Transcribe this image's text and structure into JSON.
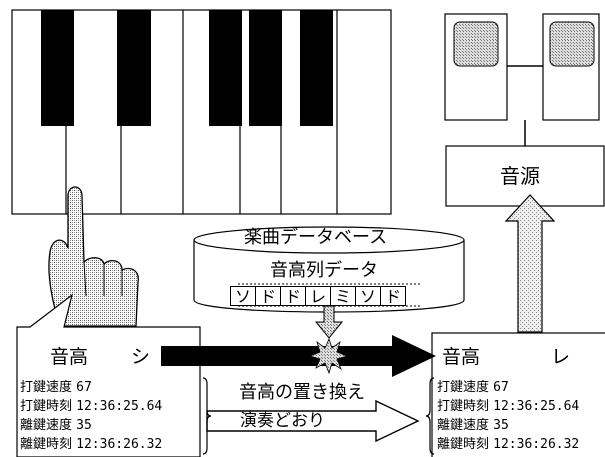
{
  "sound_source": {
    "label": "音源"
  },
  "database": {
    "title": "楽曲データベース",
    "pitch_data_label": "音高列データ",
    "note_cells": [
      "ソ",
      "ド",
      "ド",
      "レ",
      "ミ",
      "ソ",
      "ド"
    ]
  },
  "left_note": {
    "pitch_label": "音高",
    "pitch_value": "シ",
    "rows": [
      {
        "label": "打鍵速度",
        "value": "67"
      },
      {
        "label": "打鍵時刻",
        "value": "12:36:25.64"
      },
      {
        "label": "離鍵速度",
        "value": "35"
      },
      {
        "label": "離鍵時刻",
        "value": "12:36:26.32"
      }
    ]
  },
  "right_note": {
    "pitch_label": "音高",
    "pitch_value": "レ",
    "rows": [
      {
        "label": "打鍵速度",
        "value": "67"
      },
      {
        "label": "打鍵時刻",
        "value": "12:36:25.64"
      },
      {
        "label": "離鍵速度",
        "value": "35"
      },
      {
        "label": "離鍵時刻",
        "value": "12:36:26.32"
      }
    ]
  },
  "process": {
    "replace_label": "音高の置き換え",
    "as_played_label": "演奏どおり"
  }
}
